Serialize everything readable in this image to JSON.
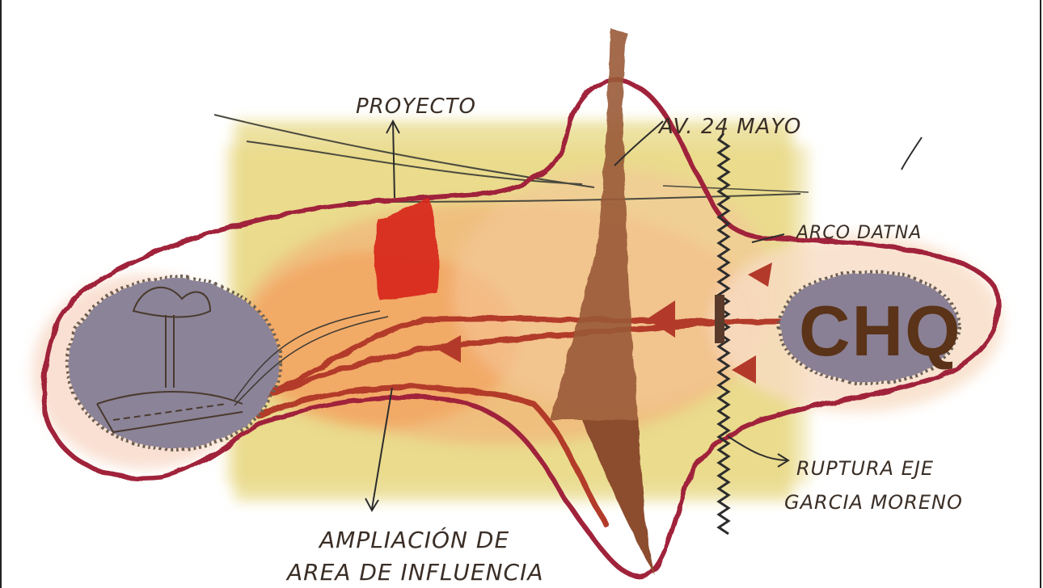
{
  "sketch": {
    "labels": {
      "proyecto": "PROYECTO",
      "avenida": "AV. 24 MAYO",
      "arco": "ARCO DATNA",
      "chq": "CHQ",
      "ruptura_1": "RUPTURA EJE",
      "ruptura_2": "GARCIA MORENO",
      "ampliacion_1": "AMPLIACIÓN DE",
      "ampliacion_2": "AREA DE INFLUENCIA"
    },
    "colors": {
      "outline": "#a0243a",
      "wash_yellow": "#e9d98a",
      "wash_orange": "#eda46a",
      "block_red": "#d7281e",
      "avenue_brown": "#9a5a37",
      "stone_grey": "#8e8498",
      "ink": "#3a2e26"
    }
  }
}
